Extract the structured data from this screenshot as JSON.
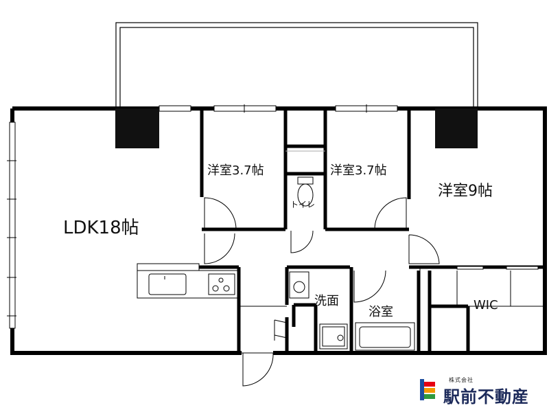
{
  "rooms": {
    "ldk": "LDK18帖",
    "western1": "洋室3.7帖",
    "western2": "洋室3.7帖",
    "western3": "洋室9帖",
    "toilet": "トイレ",
    "washroom": "洗面",
    "bathroom": "浴室",
    "wic": "WIC"
  },
  "logo": {
    "company_type": "株式会社",
    "name": "駅前不動産",
    "colors": [
      "#e60012",
      "#f39800",
      "#2e9a3e",
      "#1d4e9e"
    ]
  }
}
